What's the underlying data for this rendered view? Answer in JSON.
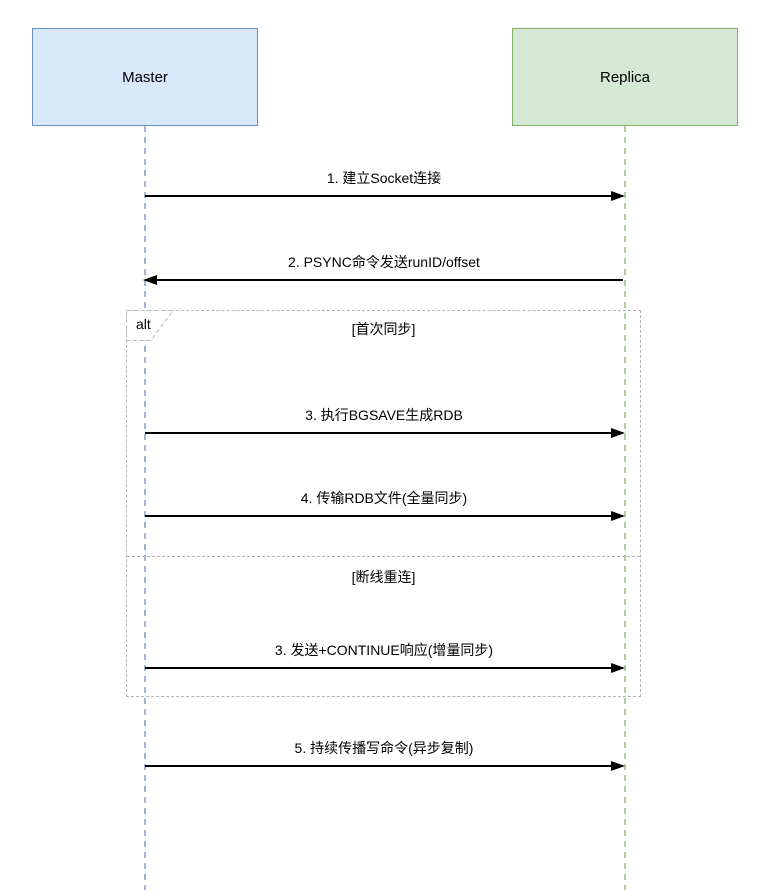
{
  "actors": [
    {
      "name": "Master",
      "fill": "#dae8fc",
      "border": "#6c8ebf"
    },
    {
      "name": "Replica",
      "fill": "#d5e8d4",
      "border": "#82b366"
    }
  ],
  "messages": [
    {
      "label": "1. 建立Socket连接",
      "from": "Master",
      "to": "Replica",
      "direction": "right"
    },
    {
      "label": "2. PSYNC命令发送runID/offset",
      "from": "Replica",
      "to": "Master",
      "direction": "left"
    },
    {
      "label": "3. 执行BGSAVE生成RDB",
      "from": "Master",
      "to": "Replica",
      "direction": "right"
    },
    {
      "label": "4. 传输RDB文件(全量同步)",
      "from": "Master",
      "to": "Replica",
      "direction": "right"
    },
    {
      "label": "3. 发送+CONTINUE响应(增量同步)",
      "from": "Master",
      "to": "Replica",
      "direction": "right"
    },
    {
      "label": "5. 持续传播写命令(异步复制)",
      "from": "Master",
      "to": "Replica",
      "direction": "right"
    }
  ],
  "alt": {
    "operator": "alt",
    "guards": [
      "[首次同步]",
      "[断线重连]"
    ]
  },
  "colors": {
    "master_fill": "#dae8fc",
    "master_border": "#6c8ebf",
    "replica_fill": "#d5e8d4",
    "replica_border": "#82b366",
    "frame_border": "#b3b3b3",
    "arrow": "#000000"
  }
}
